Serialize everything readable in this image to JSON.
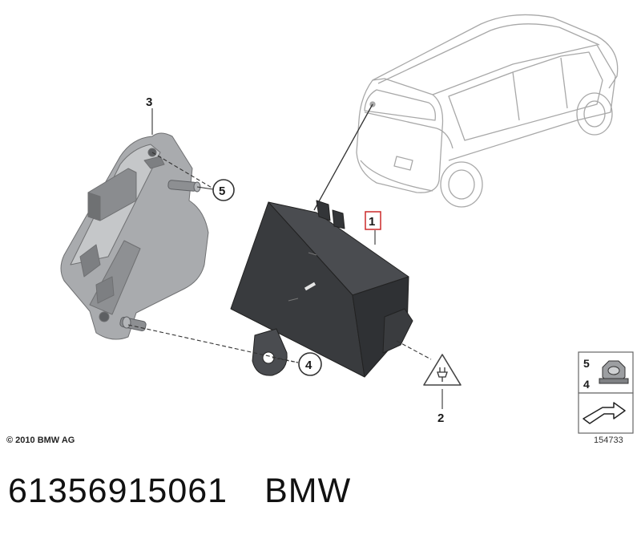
{
  "callouts": {
    "c1": "1",
    "c2": "2",
    "c3": "3",
    "c4": "4",
    "c5": "5"
  },
  "legend": {
    "top_numbers": [
      "5",
      "4"
    ]
  },
  "copyright": "© 2010 BMW AG",
  "diagram_number": "154733",
  "part_number": "61356915061",
  "brand": "BMW",
  "colors": {
    "part_fill": "#3d3f42",
    "bracket_fill": "#a9abae",
    "outline": "#9a9a9a",
    "highlight_box": "#cc2a2a"
  },
  "icons": [
    "vehicle-outline-icon",
    "electrical-connector-warning-icon",
    "nut-icon",
    "arrow-icon"
  ]
}
